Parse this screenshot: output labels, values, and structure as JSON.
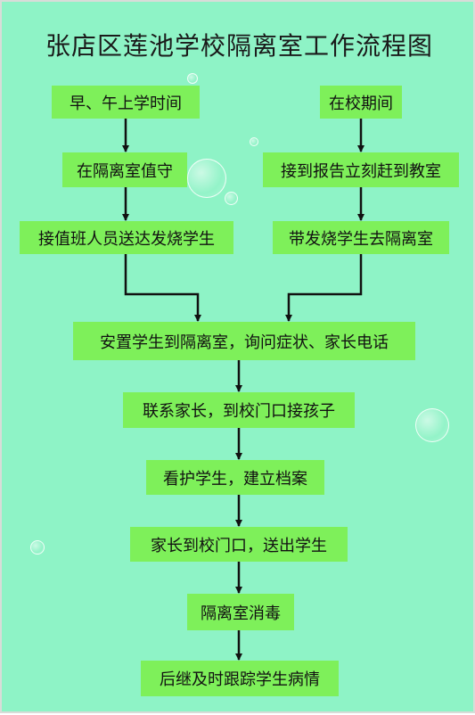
{
  "title": "张店区莲池学校隔离室工作流程图",
  "left_branch": [
    "早、午上学时间",
    "在隔离室值守",
    "接值班人员送达发烧学生"
  ],
  "right_branch": [
    "在校期间",
    "接到报告立刻赶到教室",
    "带发烧学生去隔离室"
  ],
  "main_flow": [
    "安置学生到隔离室，询问症状、家长电话",
    "联系家长，到校门口接孩子",
    "看护学生，建立档案",
    "家长到校门口，送出学生",
    "隔离室消毒",
    "后继及时跟踪学生病情"
  ],
  "colors": {
    "background": "#8ef3c6",
    "box": "#7ef05a",
    "arrow": "#111111"
  }
}
